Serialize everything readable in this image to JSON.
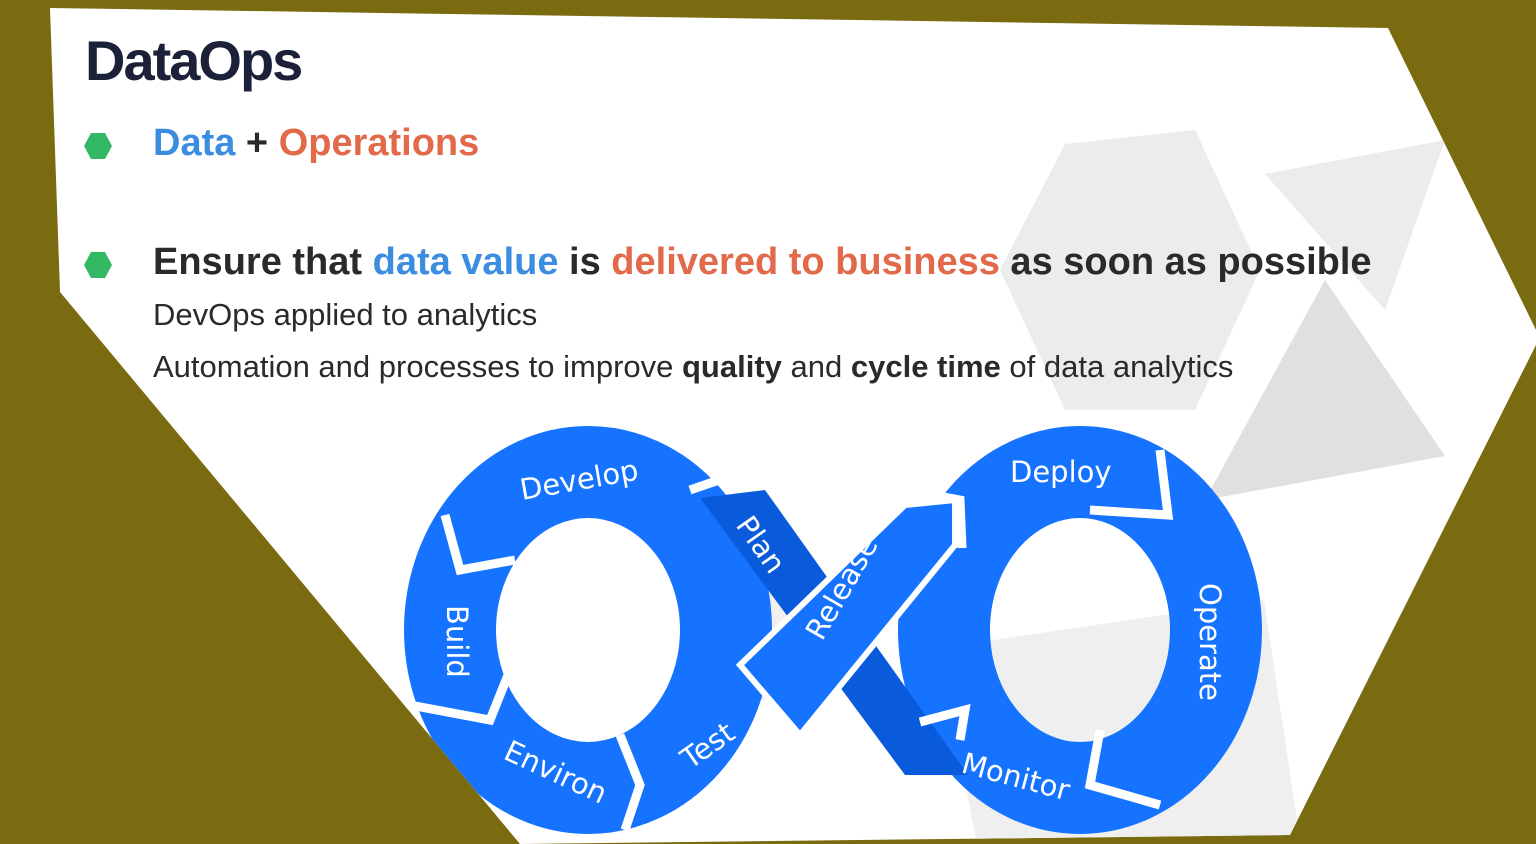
{
  "title": "DataOps",
  "bullets": [
    {
      "parts": {
        "a": "Data",
        "b": " + ",
        "c": "Operations"
      }
    },
    {
      "parts": {
        "a": "Ensure that ",
        "b": "data value",
        "c": " is ",
        "d": "delivered to business",
        "e": " as soon as possible"
      }
    }
  ],
  "sublines": [
    {
      "text": "DevOps applied to analytics"
    },
    {
      "a": "Automation and processes to improve ",
      "b": "quality",
      "c": " and ",
      "d": "cycle time",
      "e": " of data analytics"
    }
  ],
  "diagram": {
    "stages": [
      "Develop",
      "Plan",
      "Build",
      "Environ",
      "Test",
      "Release",
      "Deploy",
      "Operate",
      "Monitor"
    ]
  },
  "colors": {
    "background": "#7a6a10",
    "ring": "#1673ff",
    "dark_band": "#0a5bdc",
    "bullet": "#33b864",
    "accent_blue": "#3a8de0",
    "accent_orange": "#e2694a"
  }
}
